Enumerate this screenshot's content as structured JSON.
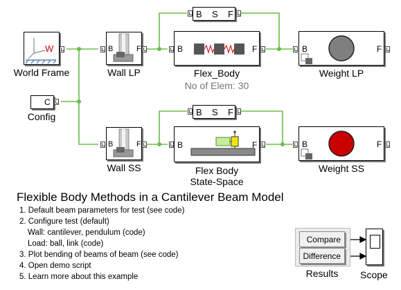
{
  "blocks": {
    "world_frame": {
      "label": "World Frame",
      "port": "W"
    },
    "config": {
      "label": "Config",
      "port": "C"
    },
    "wall_lp": {
      "label": "Wall LP",
      "port_in": "B",
      "port_out": "F"
    },
    "wall_ss": {
      "label": "Wall SS",
      "port_in": "B",
      "port_out": "F"
    },
    "flex_body": {
      "label": "Flex_Body",
      "sublabel": "No of Elem: 30",
      "port_in": "B",
      "port_out": "F"
    },
    "flex_body_ss": {
      "label_line1": "Flex Body",
      "label_line2": "State-Space",
      "port_in": "B",
      "port_out": "F"
    },
    "sensor_top": {
      "port_b": "B",
      "port_s": "S",
      "port_f": "F"
    },
    "sensor_bottom": {
      "port_b": "B",
      "port_s": "S",
      "port_f": "F"
    },
    "weight_lp": {
      "label": "Weight LP",
      "port_in": "B",
      "port_out": "F"
    },
    "weight_ss": {
      "label": "Weight SS",
      "port_in": "B",
      "port_out": "F"
    },
    "results": {
      "label": "Results",
      "compare": "Compare",
      "difference": "Difference"
    },
    "scope": {
      "label": "Scope"
    }
  },
  "colors": {
    "line": "#6bbd46",
    "weight_lp": "#7f7f7f",
    "weight_ss": "#c80000"
  },
  "title": "Flexible Body Methods in a Cantilever Beam Model",
  "steps": [
    "1. Default beam parameters for test (see code)",
    "2. Configure test (default)",
    "Wall: cantilever, pendulum  (code)",
    "Load: ball, link  (code)",
    "3. Plot bending of beams of beam (see code)",
    "4. Open demo script",
    "5. Learn more about this example"
  ]
}
